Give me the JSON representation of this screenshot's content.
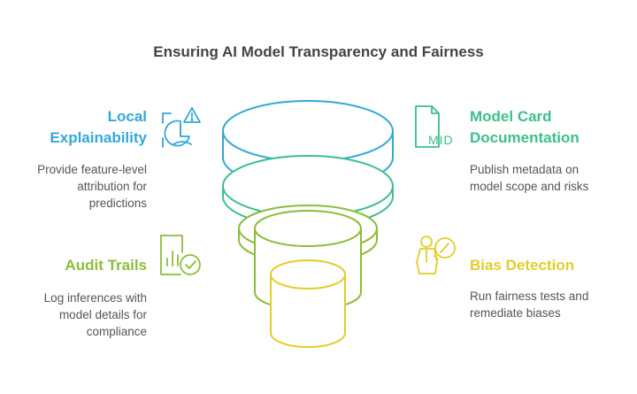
{
  "title": "Ensuring AI Model Transparency and Fairness",
  "colors": {
    "blue": "#33a8d8",
    "teal": "#3cc08a",
    "green": "#8cbd3a",
    "yellow": "#e3cd2a"
  },
  "items": [
    {
      "title_line1": "Local",
      "title_line2": "Explainability",
      "desc_line1": "Provide feature-level",
      "desc_line2": "attribution for",
      "desc_line3": "predictions",
      "icon": "pie-chart-warning-icon"
    },
    {
      "title_line1": "Model Card",
      "title_line2": "Documentation",
      "desc_line1": "Publish metadata on",
      "desc_line2": "model scope and risks",
      "icon": "mid-file-icon",
      "icon_text": "MID"
    },
    {
      "title_line1": "Audit Trails",
      "desc_line1": "Log inferences with",
      "desc_line2": "model details for",
      "desc_line3": "compliance",
      "icon": "report-check-icon"
    },
    {
      "title_line1": "Bias Detection",
      "desc_line1": "Run fairness tests and",
      "desc_line2": "remediate biases",
      "icon": "person-presentation-icon"
    }
  ]
}
